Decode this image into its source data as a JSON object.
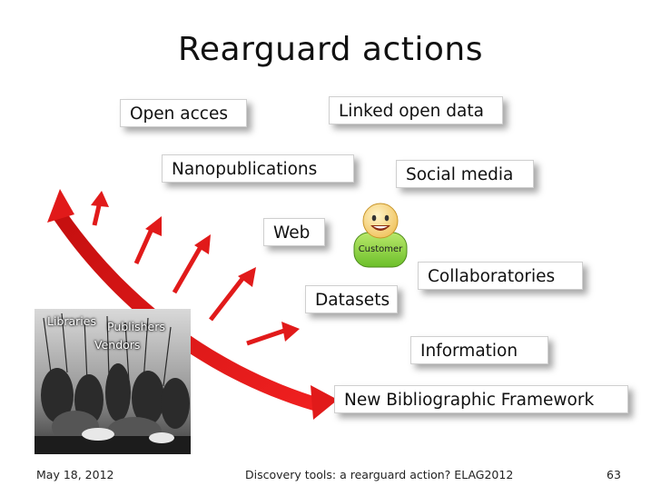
{
  "slide": {
    "title": "Rearguard actions",
    "boxes": {
      "open_access": "Open acces",
      "linked_open_data": "Linked open data",
      "nanopublications": "Nanopublications",
      "social_media": "Social media",
      "web": "Web",
      "collaboratories": "Collaboratories",
      "datasets": "Datasets",
      "information": "Information",
      "new_bibliographic_framework": "New Bibliographic Framework"
    },
    "customer_label": "Customer",
    "painting_labels": {
      "libraries": "Libraries",
      "publishers": "Publishers",
      "vendors": "Vendors"
    },
    "colors": {
      "arc_red": "#e11a1a",
      "customer_green": "#8fd24a"
    }
  },
  "footer": {
    "date": "May 18, 2012",
    "center": "Discovery tools: a rearguard action? ELAG2012",
    "page_number": "63"
  }
}
